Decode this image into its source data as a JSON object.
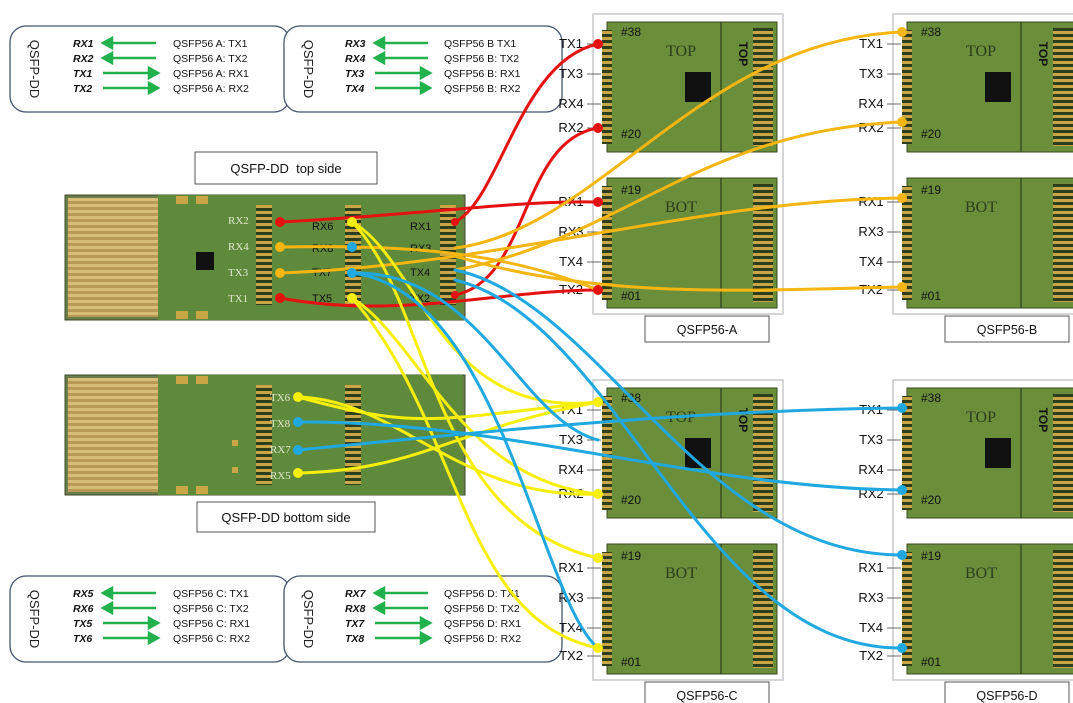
{
  "legend_boxes": [
    {
      "vertical_label": "QSFP-DD",
      "rows": [
        {
          "signal": "RX1",
          "dir": "left",
          "target": "QSFP56 A: TX1"
        },
        {
          "signal": "RX2",
          "dir": "left",
          "target": "QSFP56 A: TX2"
        },
        {
          "signal": "TX1",
          "dir": "right",
          "target": "QSFP56 A: RX1"
        },
        {
          "signal": "TX2",
          "dir": "right",
          "target": "QSFP56 A: RX2"
        }
      ]
    },
    {
      "vertical_label": "QSFP-DD",
      "rows": [
        {
          "signal": "RX3",
          "dir": "left",
          "target": "QSFP56 B TX1"
        },
        {
          "signal": "RX4",
          "dir": "left",
          "target": "QSFP56 B: TX2"
        },
        {
          "signal": "TX3",
          "dir": "right",
          "target": "QSFP56 B: RX1"
        },
        {
          "signal": "TX4",
          "dir": "right",
          "target": "QSFP56 B: RX2"
        }
      ]
    },
    {
      "vertical_label": "QSFP-DD",
      "rows": [
        {
          "signal": "RX5",
          "dir": "left",
          "target": "QSFP56 C: TX1"
        },
        {
          "signal": "RX6",
          "dir": "left",
          "target": "QSFP56 C: TX2"
        },
        {
          "signal": "TX5",
          "dir": "right",
          "target": "QSFP56 C: RX1"
        },
        {
          "signal": "TX6",
          "dir": "right",
          "target": "QSFP56 C: RX2"
        }
      ]
    },
    {
      "vertical_label": "QSFP-DD",
      "rows": [
        {
          "signal": "RX7",
          "dir": "left",
          "target": "QSFP56 D: TX1"
        },
        {
          "signal": "RX8",
          "dir": "left",
          "target": "QSFP56 D: TX2"
        },
        {
          "signal": "TX7",
          "dir": "right",
          "target": "QSFP56 D: RX1"
        },
        {
          "signal": "TX8",
          "dir": "right",
          "target": "QSFP56 D: RX2"
        }
      ]
    }
  ],
  "top_side_title": "QSFP-DD  top side",
  "bottom_side_title": "QSFP-DD bottom side",
  "top_pcb_pins_left": [
    "RX2",
    "RX4",
    "TX3",
    "TX1"
  ],
  "top_pcb_pins_mid": [
    "RX6",
    "RX8",
    "TX7",
    "TX5"
  ],
  "top_pcb_pins_right": [
    "RX1",
    "RX3",
    "TX4",
    "TX2"
  ],
  "bottom_pcb_pins": [
    "TX6",
    "TX8",
    "RX7",
    "RX5"
  ],
  "module_pins": [
    "TX1",
    "TX3",
    "RX4",
    "RX2",
    "RX1",
    "RX3",
    "TX4",
    "TX2"
  ],
  "pad_labels": {
    "p38": "#38",
    "p20": "#20",
    "p19": "#19",
    "p01": "#01"
  },
  "side_labels": {
    "top": "TOP",
    "bot": "BOT",
    "vertical_top": "TOP"
  },
  "modules": {
    "a": "QSFP56-A",
    "b": "QSFP56-B",
    "c": "QSFP56-C",
    "d": "QSFP56-D"
  },
  "colors": {
    "red": "#e51010",
    "yellow": "#f7ee0a",
    "orange": "#f5b611",
    "blue": "#20a8e0",
    "pcb_green": "#5f8a3c",
    "module_green": "#6b8e3a",
    "gold": "#c9a645",
    "legend_arrow": "#22b14c",
    "box_border": "#44546a"
  }
}
